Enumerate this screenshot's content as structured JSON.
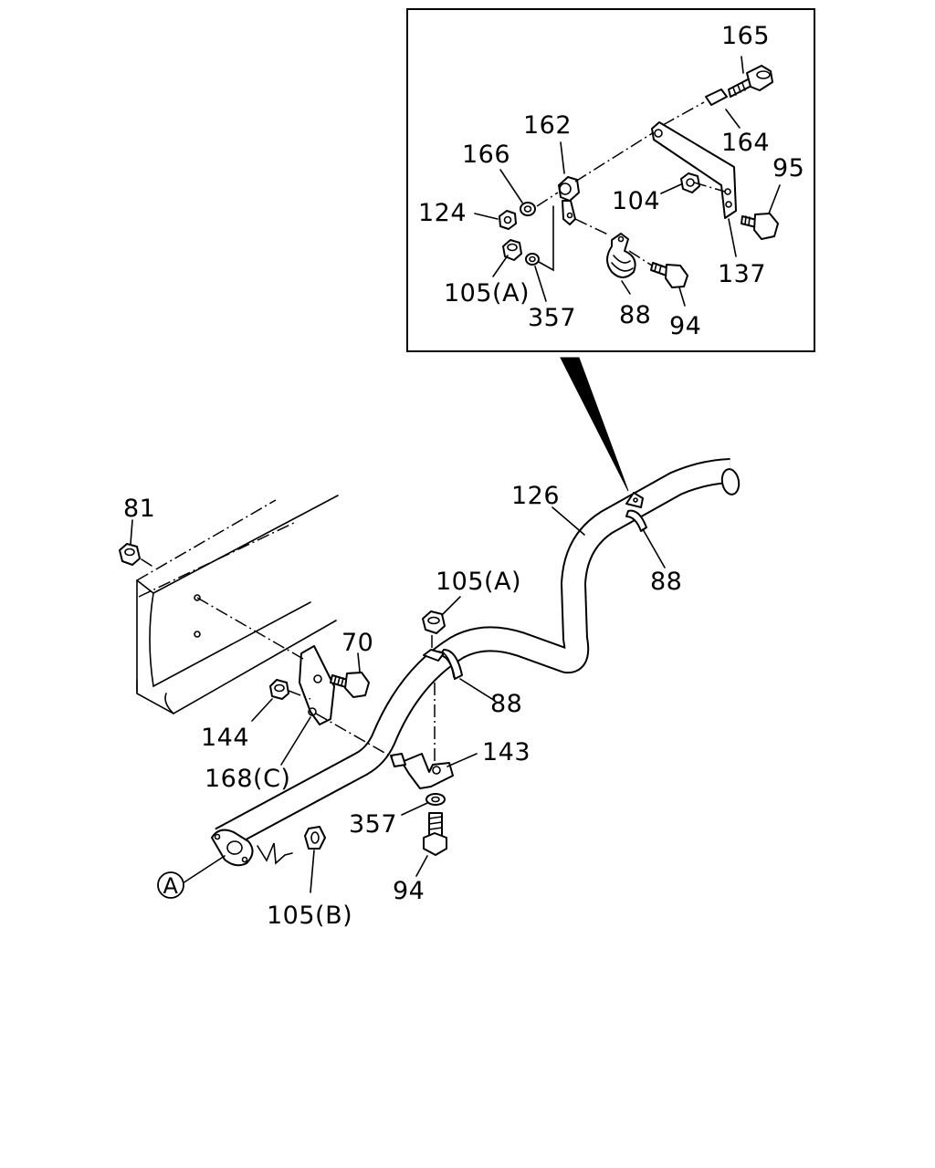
{
  "diagram": {
    "inset": {
      "callouts": {
        "c165": "165",
        "c164": "164",
        "c162": "162",
        "c166": "166",
        "c95": "95",
        "c104": "104",
        "c124": "124",
        "c137": "137",
        "c105a": "105(A)",
        "c357": "357",
        "c88": "88",
        "c94": "94"
      }
    },
    "main": {
      "callouts": {
        "c81": "81",
        "c126": "126",
        "c88_upper": "88",
        "c105a": "105(A)",
        "c70": "70",
        "c88_mid": "88",
        "c144": "144",
        "c168c": "168(C)",
        "c143": "143",
        "c357": "357",
        "c94": "94",
        "c105b": "105(B)",
        "ref_a": "A"
      }
    }
  }
}
